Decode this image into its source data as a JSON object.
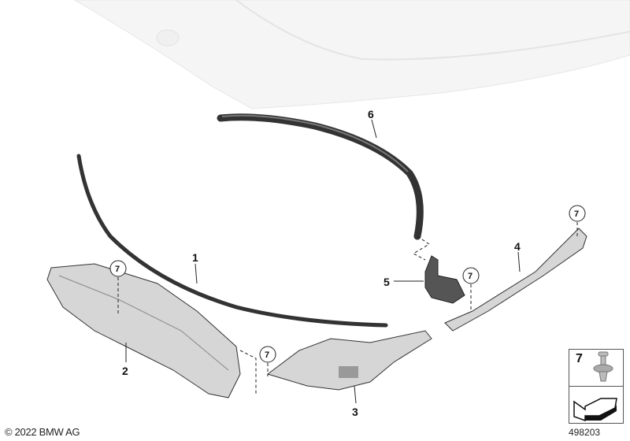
{
  "parts": [
    {
      "number": "1",
      "name": "seal-strip"
    },
    {
      "number": "2",
      "name": "left-cowl-panel"
    },
    {
      "number": "3",
      "name": "centre-cowl-panel"
    },
    {
      "number": "4",
      "name": "right-cowl-panel"
    },
    {
      "number": "5",
      "name": "bracket"
    },
    {
      "number": "6",
      "name": "hood-seal"
    },
    {
      "number": "7",
      "name": "expanding-rivet"
    }
  ],
  "callouts_circled": [
    "7",
    "7",
    "7",
    "7"
  ],
  "legend": {
    "number": "7",
    "icon": "expanding-rivet-icon",
    "direction_icon": "arrow-down-left-icon"
  },
  "footer": {
    "copyright": "© 2022 BMW AG",
    "diagram_number": "498203"
  },
  "colors": {
    "line": "#222222",
    "part_fill": "#d6d6d6",
    "hood_fill": "#f3f3f3"
  }
}
